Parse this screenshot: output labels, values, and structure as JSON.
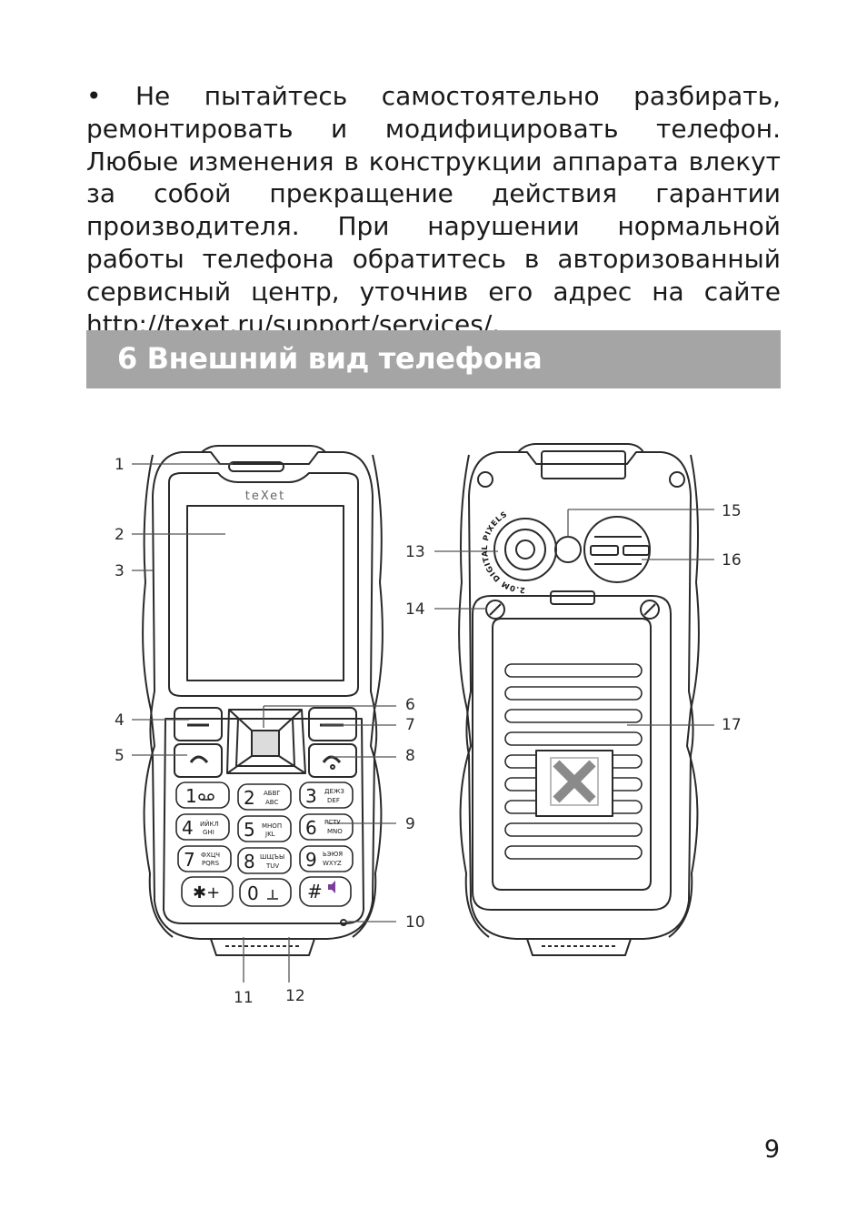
{
  "paragraph": {
    "bullet": "•",
    "text": "Не пытайтесь самостоятельно разбирать, ремонтировать и модифицировать телефон. Любые изменения в конструкции аппарата влекут за собой прекращение действия гарантии производителя. При нарушении нормальной работы телефона обратитесь в авторизованный сервисный центр, уточнив его адрес на сайте http://texet.ru/support/services/."
  },
  "section": {
    "title": "6 Внешний вид телефона",
    "background_color": "#a5a5a5"
  },
  "figure": {
    "front_phone": {
      "brand_logo": "teXet",
      "keys": {
        "k1": {
          "digit": "1",
          "letters": ""
        },
        "k2": {
          "digit": "2",
          "letters_top": "АБВГ",
          "letters_bottom": "ABC"
        },
        "k3": {
          "digit": "3",
          "letters_top": "ДЕЖЗ",
          "letters_bottom": "DEF"
        },
        "k4": {
          "digit": "4",
          "letters_top": "ИЙКЛ",
          "letters_bottom": "GHI"
        },
        "k5": {
          "digit": "5",
          "letters_top": "МНОП",
          "letters_bottom": "JKL"
        },
        "k6": {
          "digit": "6",
          "letters_top": "РСТУ",
          "letters_bottom": "MNO"
        },
        "k7": {
          "digit": "7",
          "letters_top": "ФХЦЧ",
          "letters_bottom": "PQRS"
        },
        "k8": {
          "digit": "8",
          "letters_top": "ШЩЪЫ",
          "letters_bottom": "TUV"
        },
        "k9": {
          "digit": "9",
          "letters_top": "ЬЭЮЯ",
          "letters_bottom": "WXYZ"
        },
        "star": {
          "digit": "✱+"
        },
        "zero": {
          "digit": "0"
        },
        "hash": {
          "digit": "#"
        }
      }
    },
    "back_phone": {
      "camera_ring_text": "2.0M DIGITAL PIXELS"
    },
    "callouts": [
      "1",
      "2",
      "3",
      "4",
      "5",
      "6",
      "7",
      "8",
      "9",
      "10",
      "11",
      "12",
      "13",
      "14",
      "15",
      "16",
      "17"
    ]
  },
  "page_number": "9"
}
